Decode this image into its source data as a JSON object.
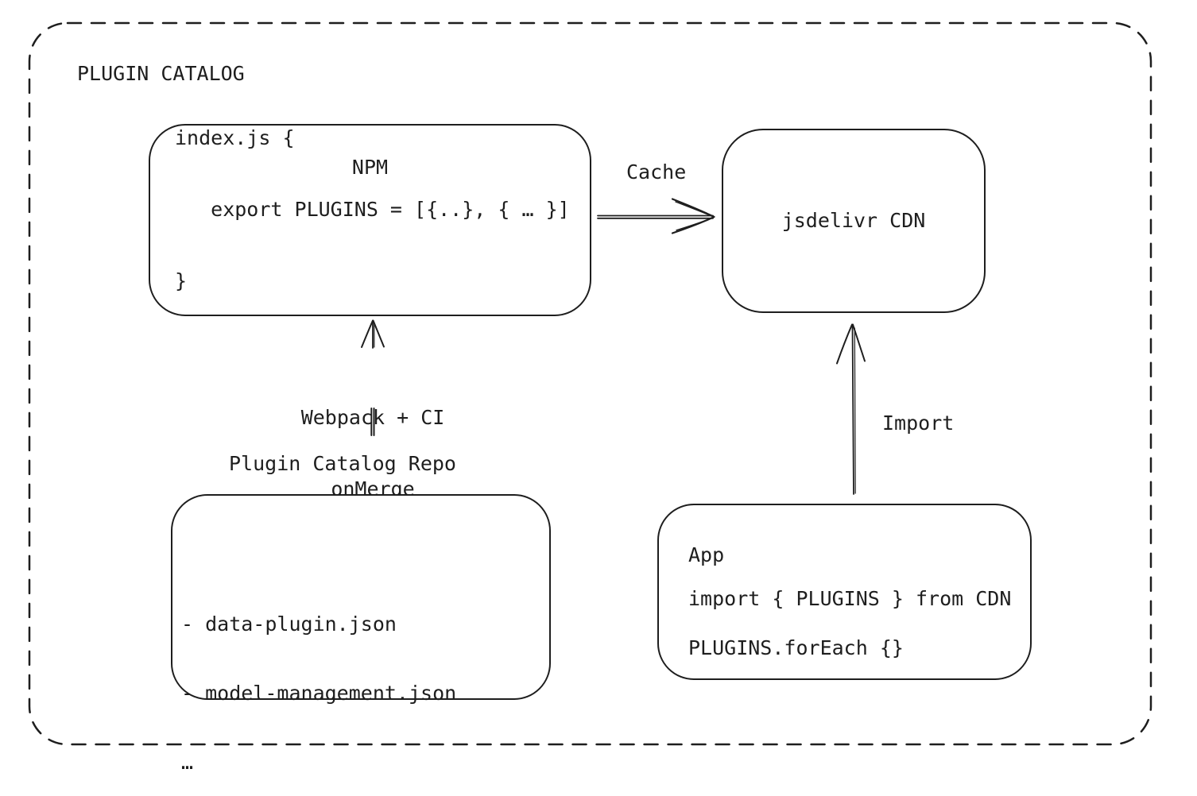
{
  "frame": {
    "title": "PLUGIN CATALOG"
  },
  "colors": {
    "stroke": "#1e1e1e",
    "background": "#ffffff"
  },
  "nodes": {
    "npm": {
      "title": "NPM",
      "code_lines": [
        "index.js {",
        "   export PLUGINS = [{..}, { … }]",
        "}"
      ]
    },
    "cdn": {
      "label": "jsdelivr CDN"
    },
    "repo": {
      "title": "Plugin Catalog Repo",
      "file_lines": [
        "- data-plugin.json",
        "- model-management.json",
        "…"
      ]
    },
    "app": {
      "title": "App",
      "code_lines": [
        "import { PLUGINS } from CDN",
        "PLUGINS.forEach {}"
      ]
    }
  },
  "edges": {
    "cache": {
      "label": "Cache"
    },
    "build": {
      "label_lines": [
        "Webpack + CI",
        "onMerge"
      ]
    },
    "import": {
      "label": "Import"
    }
  }
}
